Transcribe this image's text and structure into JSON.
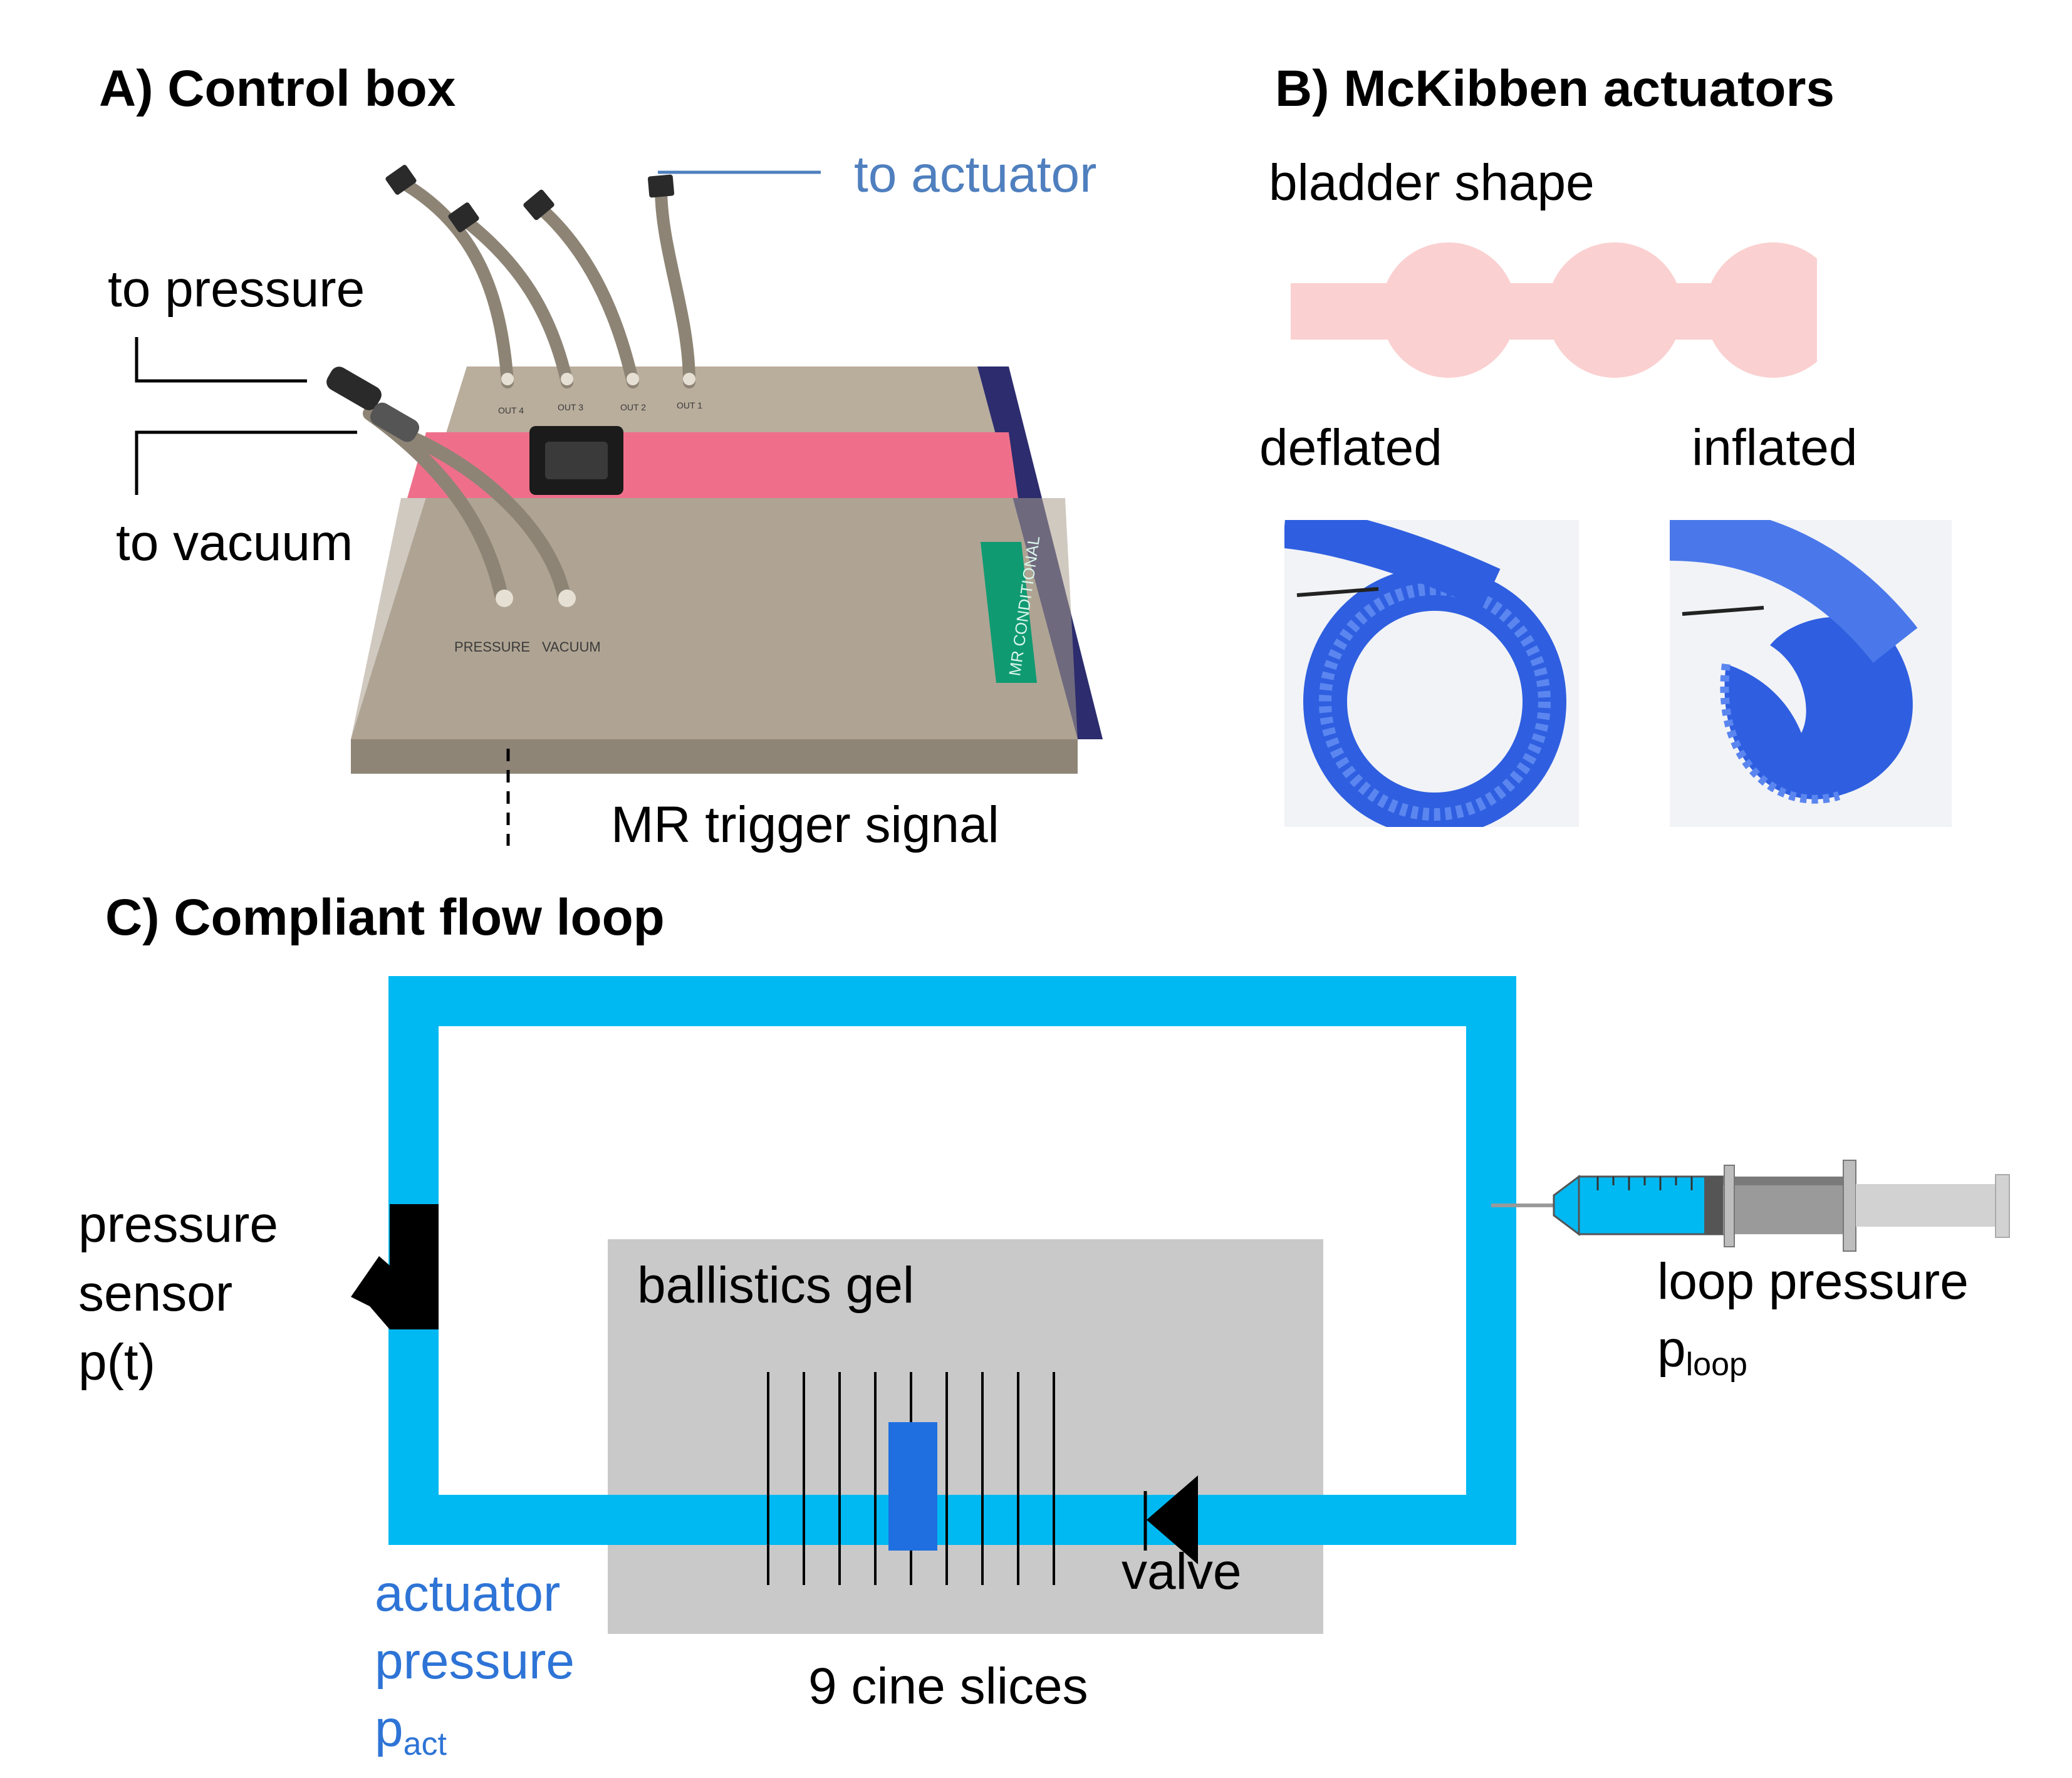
{
  "panel_a": {
    "title": "A) Control box",
    "to_actuator": "to actuator",
    "to_pressure": "to pressure",
    "to_vacuum": "to vacuum",
    "mr_trigger": "MR trigger signal",
    "box_print_pressure": "PRESSURE",
    "box_print_vacuum": "VACUUM",
    "box_label_mr": "MR CONDITIONAL",
    "port_labels": [
      "OUT 4",
      "OUT 3",
      "OUT 2",
      "OUT 1"
    ]
  },
  "panel_b": {
    "title": "B) McKibben actuators",
    "bladder_shape": "bladder shape",
    "deflated": "deflated",
    "inflated": "inflated"
  },
  "panel_c": {
    "title": "C) Compliant flow loop",
    "pressure_sensor": [
      "pressure",
      "sensor",
      "p(t)"
    ],
    "ballistics_gel": "ballistics gel",
    "valve": "valve",
    "cine_slices": "9 cine slices",
    "actuator_pressure": [
      "actuator",
      "pressure"
    ],
    "p_act_base": "p",
    "p_act_sub": "act",
    "loop_pressure": "loop pressure",
    "p_loop_base": "p",
    "p_loop_sub": "loop"
  },
  "colors": {
    "tube": "#00b9f2",
    "actuator_block": "#1f6fe0",
    "gel": "#c9c9c9",
    "bladder": "#fbd0d0",
    "strap": "#ef6f8a",
    "actuator_mesh": "#2f5fe0",
    "label_blue": "#2e74d6"
  }
}
